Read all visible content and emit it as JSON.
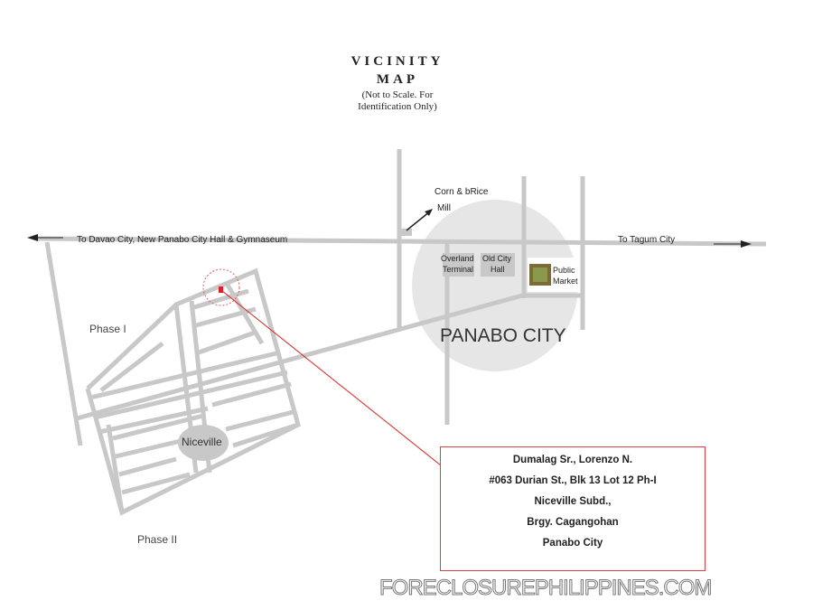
{
  "title": {
    "line1": "VICINITY",
    "line2": "MAP",
    "note1": "(Not to Scale. For",
    "note2": "Identification Only)"
  },
  "labels": {
    "to_davao": "To Davao City, New Panabo City Hall & Gymnaseum",
    "to_tagum": "To Tagum City",
    "corn_mill_1": "Corn & bRice",
    "corn_mill_2": "Mill",
    "overland_1": "Overland",
    "overland_2": "Terminal",
    "old_city_hall_1": "Old City",
    "old_city_hall_2": "Hall",
    "public_market_1": "Public",
    "public_market_2": "Market",
    "panabo_city": "PANABO CITY",
    "phase_1": "Phase I",
    "phase_2": "Phase II",
    "niceville": "Niceville"
  },
  "address": {
    "name": "Dumalag Sr., Lorenzo N.",
    "line1": "#063  Durian St., Blk 13 Lot 12 Ph-I",
    "line2": "Niceville Subd.,",
    "line3": "Brgy. Cagangohan",
    "line4": "Panabo City"
  },
  "watermark": "FORECLOSUREPHILIPPINES.COM",
  "colors": {
    "road": "#c8c8c8",
    "city": "#e6e6e6",
    "marker": "#e02020",
    "box_border": "#d9404a"
  }
}
